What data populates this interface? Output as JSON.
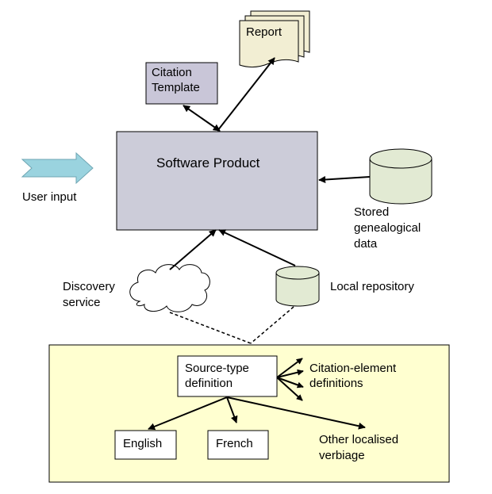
{
  "nodes": {
    "software_product": "Software Product",
    "report": "Report",
    "citation_template": [
      "Citation",
      "Template"
    ],
    "user_input": "User input",
    "stored_data": [
      "Stored",
      "genealogical",
      "data"
    ],
    "discovery_service": [
      "Discovery",
      "service"
    ],
    "local_repository": "Local repository",
    "source_type": [
      "Source-type",
      "definition"
    ],
    "citation_elements": [
      "Citation-element",
      "definitions"
    ],
    "english": "English",
    "french": "French",
    "other_verbiage": [
      "Other localised",
      "verbiage"
    ]
  },
  "colors": {
    "product_fill": "#ccccd9",
    "template_fill": "#c9c6d8",
    "report_fill": "#f2eed3",
    "cylinder_fill": "#e2ead3",
    "panel_fill": "#ffffd0",
    "arrow_fill": "#9ad3df"
  }
}
